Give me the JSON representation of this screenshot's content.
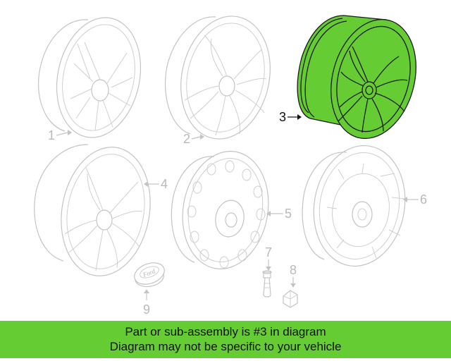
{
  "diagram": {
    "parts": [
      {
        "number": "1",
        "highlighted": false
      },
      {
        "number": "2",
        "highlighted": false
      },
      {
        "number": "3",
        "highlighted": true
      },
      {
        "number": "4",
        "highlighted": false
      },
      {
        "number": "5",
        "highlighted": false
      },
      {
        "number": "6",
        "highlighted": false
      },
      {
        "number": "7",
        "highlighted": false
      },
      {
        "number": "8",
        "highlighted": false
      },
      {
        "number": "9",
        "highlighted": false
      }
    ],
    "center_cap_text": "Ford",
    "colors": {
      "highlight": "#66cc33",
      "ghost": "#c4c4c4",
      "banner": "#66cc33"
    }
  },
  "footer": {
    "line1": "Part or sub-assembly is #3 in diagram",
    "line2": "Diagram may not be specific to your vehicle"
  }
}
